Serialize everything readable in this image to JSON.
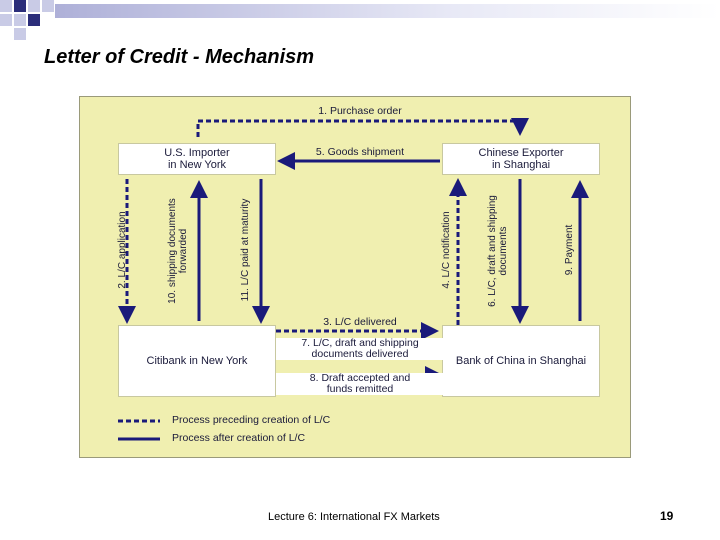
{
  "slide": {
    "title": "Letter of Credit - Mechanism",
    "footer": "Lecture 6: International FX Markets",
    "page_number": "19",
    "accent_color": "#1a1a7a",
    "diagram_background": "#f0efb0"
  },
  "parties": {
    "importer": "U.S. Importer\nin New York",
    "exporter": "Chinese Exporter\nin Shanghai",
    "importer_bank": "Citibank in New York",
    "exporter_bank": "Bank of China in Shanghai"
  },
  "steps": {
    "s1": "1. Purchase order",
    "s2": "2. L/C application",
    "s3": "3. L/C delivered",
    "s4": "4. L/C notification",
    "s5": "5. Goods shipment",
    "s6": "6. L/C, draft and shipping\ndocuments",
    "s7": "7. L/C, draft and shipping\ndocuments delivered",
    "s8": "8. Draft accepted and\nfunds remitted",
    "s9": "9. Payment",
    "s10": "10. shipping documents\nforwarded",
    "s11": "11. L/C paid at maturity"
  },
  "legend": {
    "dashed": "Process preceding creation of L/C",
    "solid": "Process after creation of L/C"
  }
}
